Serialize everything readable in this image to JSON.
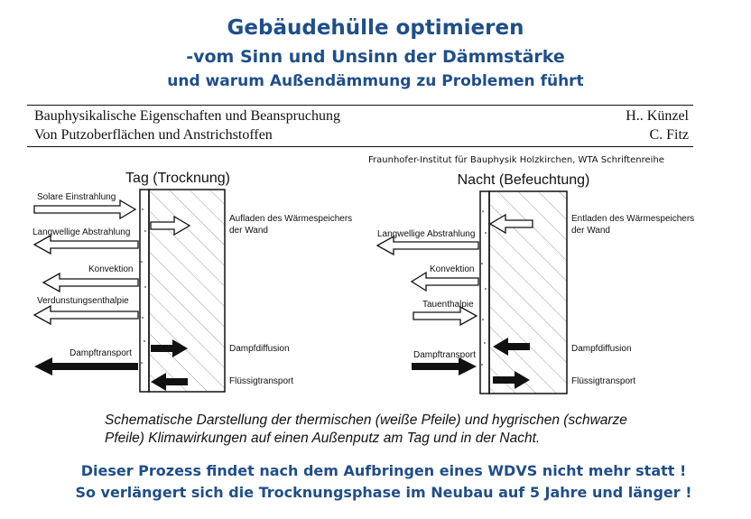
{
  "slide": {
    "title": "Gebäudehülle optimieren",
    "subtitle1": "-vom Sinn und Unsinn der Dämmstärke",
    "subtitle2": "und warum Außendämmung zu Problemen führt",
    "bottom_line1": "Dieser Prozess findet nach dem Aufbringen eines WDVS nicht mehr statt !",
    "bottom_line2": "So verlängert sich die Trocknungsphase im Neubau auf 5 Jahre und länger !"
  },
  "paper": {
    "title_line1": "Bauphysikalische Eigenschaften und Beanspruchung",
    "title_line2": "Von Putzoberflächen und Anstrichstoffen",
    "author1": "H.. Künzel",
    "author2": "C. Fitz",
    "institute": "Fraunhofer-Institut für Bauphysik Holzkirchen, WTA Schriftenreihe"
  },
  "diagram": {
    "day": {
      "title": "Tag (Trocknung)",
      "labels": {
        "solar": "Solare Einstrahlung",
        "longwave": "Langwellige Abstrahlung",
        "convection": "Konvektion",
        "evaporation": "Verdunstungsenthalpie",
        "vapor_transport": "Dampftransport",
        "heat_storage_line1": "Aufladen des Wärmespeichers",
        "heat_storage_line2": "der Wand",
        "vapor_diffusion": "Dampfdiffusion",
        "liquid_transport": "Flüssigtransport"
      }
    },
    "night": {
      "title": "Nacht (Befeuchtung)",
      "labels": {
        "longwave": "Langwellige Abstrahlung",
        "convection": "Konvektion",
        "dew": "Tauenthalpie",
        "vapor_transport": "Dampftransport",
        "heat_storage_line1": "Entladen des Wärmespeichers",
        "heat_storage_line2": "der Wand",
        "vapor_diffusion": "Dampfdiffusion",
        "liquid_transport": "Flüssigtransport"
      }
    },
    "caption_line1": "Schematische Darstellung der thermischen (weiße Pfeile) und hygrischen (schwarze",
    "caption_line2": "Pfeile) Klimawirkungen auf einen Außenputz am Tag und in der Nacht."
  }
}
